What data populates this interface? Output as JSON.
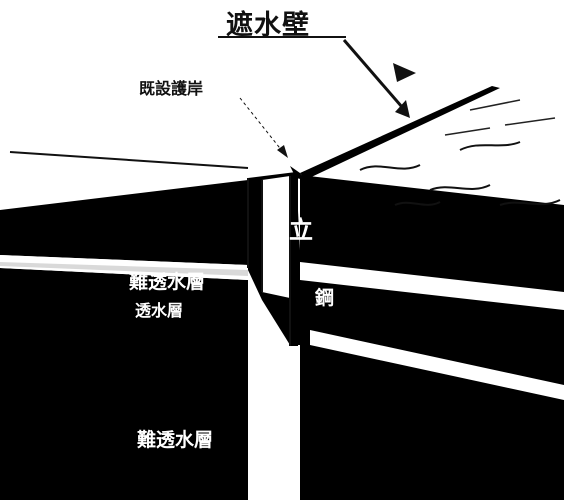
{
  "labels": {
    "title": "遮水壁",
    "existing_revetment": "既設護岸",
    "layer_upper": "難透水層",
    "layer_middle": "透水層",
    "layer_lower": "難透水層",
    "wall_text_1": "立",
    "wall_text_2": "鋼"
  },
  "colors": {
    "ground_dark": "#000000",
    "surface_light": "#ffffff",
    "line": "#111111"
  }
}
